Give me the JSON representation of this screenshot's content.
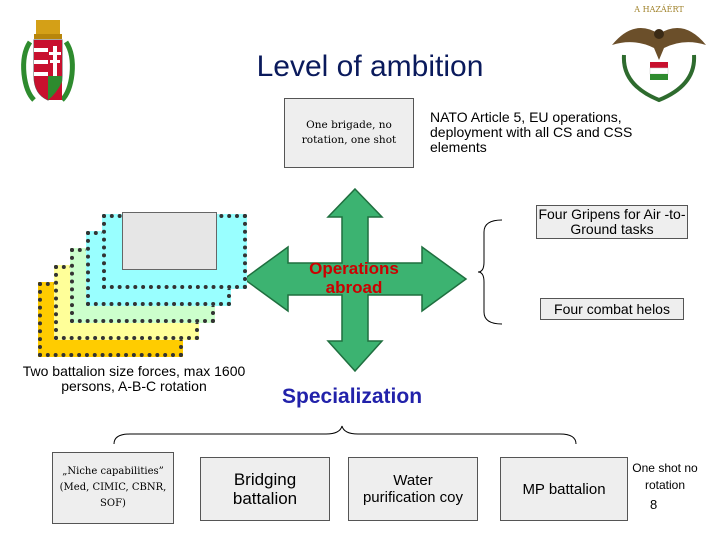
{
  "title": "Level of ambition",
  "top_box": "One brigade, no rotation, one shot",
  "nato_text": "NATO Article 5, EU operations, deployment with all CS and CSS elements",
  "gripen_text": "Four Gripens for Air -to-Ground tasks",
  "helos_text": "Four combat helos",
  "operations_label": "Operations abroad",
  "specialization_label": "Specialization",
  "battalion_text": "Two battalion size forces, max 1600 persons, A-B-C rotation",
  "bottom_boxes": {
    "niche": "„Niche capabilities” (Med, CIMIC, CBNR, SOF)",
    "bridging": "Bridging battalion",
    "water": "Water purification coy",
    "mp": "MP battalion"
  },
  "one_shot": "One shot no rotation",
  "slide_number": "8",
  "logo_text": "A HAZÁÉRT",
  "colors": {
    "title": "#0a1a5c",
    "arrow": "#3cb371",
    "operations": "#cc0000",
    "specialization": "#2222aa",
    "stack": [
      "#ffcc00",
      "#ffff99",
      "#ccffcc",
      "#99ffff",
      "#eeeeee"
    ]
  }
}
